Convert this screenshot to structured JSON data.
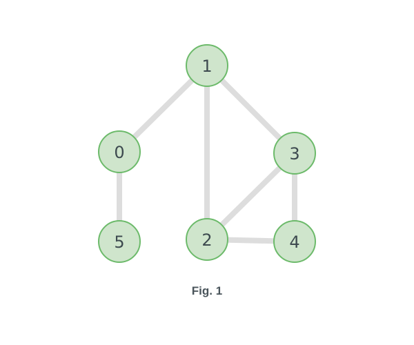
{
  "nodes": [
    {
      "id": "0",
      "label": "0"
    },
    {
      "id": "1",
      "label": "1"
    },
    {
      "id": "2",
      "label": "2"
    },
    {
      "id": "3",
      "label": "3"
    },
    {
      "id": "4",
      "label": "4"
    },
    {
      "id": "5",
      "label": "5"
    }
  ],
  "edges": [
    [
      "0",
      "1"
    ],
    [
      "1",
      "2"
    ],
    [
      "1",
      "3"
    ],
    [
      "3",
      "2"
    ],
    [
      "3",
      "4"
    ],
    [
      "2",
      "4"
    ],
    [
      "0",
      "5"
    ]
  ],
  "caption": "Fig. 1",
  "colors": {
    "node_fill": "#cfe5cc",
    "node_stroke": "#6cba6a",
    "edge": "#dddddd",
    "text": "#3d4a4f"
  }
}
